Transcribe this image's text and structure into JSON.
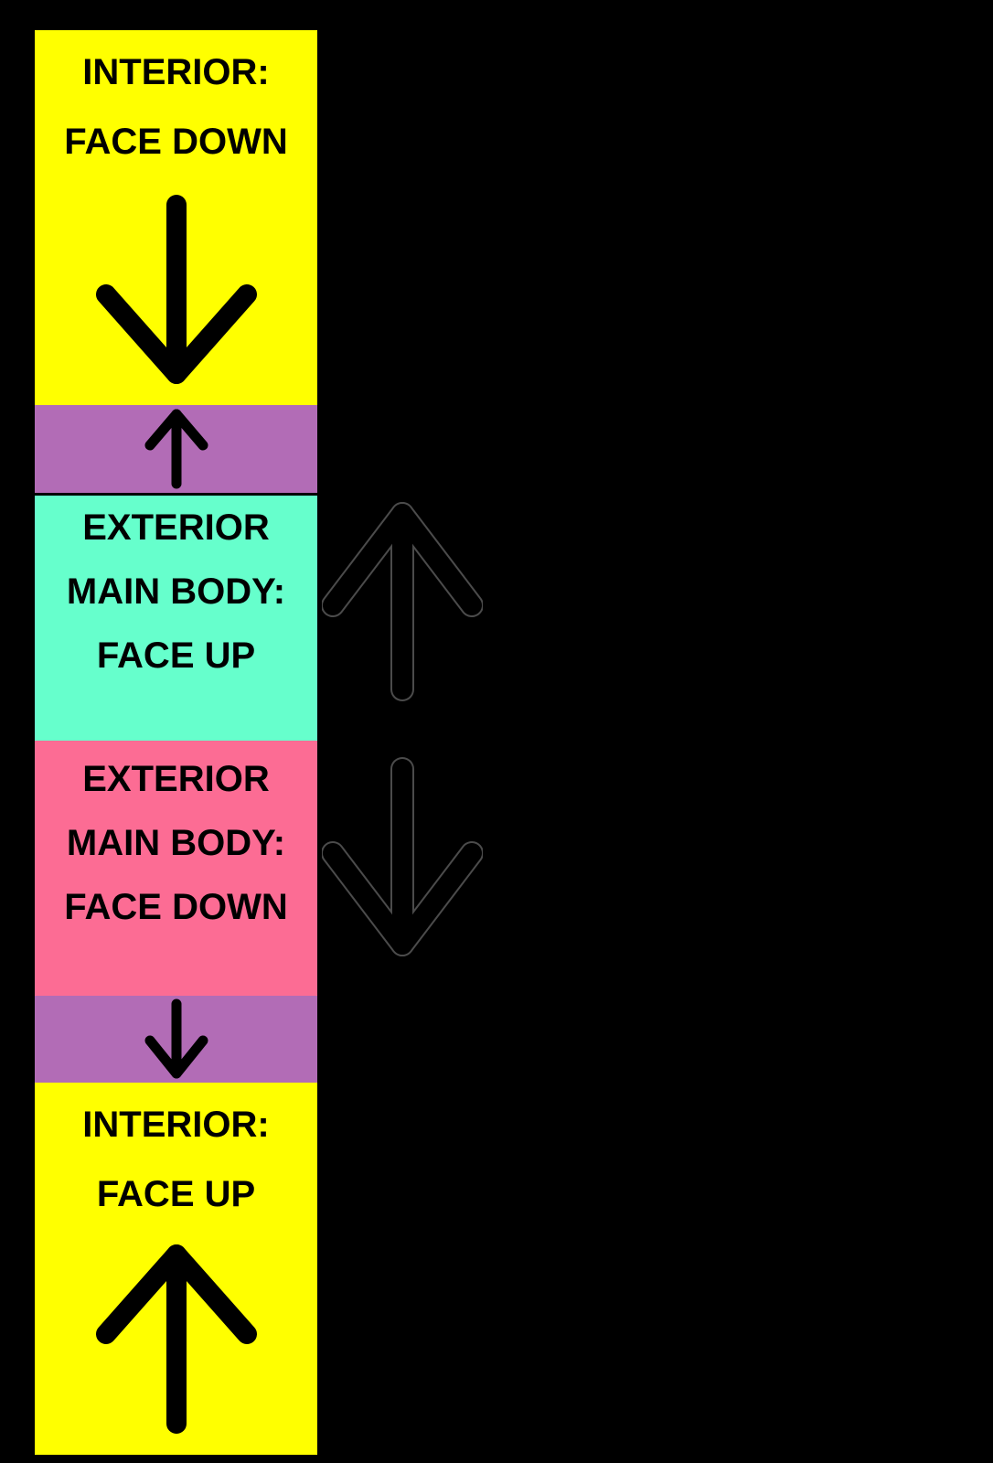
{
  "colors": {
    "background": "#000000",
    "yellow": "#FFFF00",
    "purple": "#B26CB6",
    "teal": "#66FFCC",
    "pink": "#FC6C94",
    "arrow_black": "#000000",
    "faint_outline": "#4B4B4B"
  },
  "strip": {
    "sections": [
      {
        "name": "interior-top",
        "color": "#FFFF00",
        "label_lines": [
          "INTERIOR:",
          "FACE DOWN"
        ],
        "icon": "down-arrow"
      },
      {
        "name": "flip-band-top",
        "color": "#B26CB6",
        "label_lines": [],
        "icon": "up-arrow"
      },
      {
        "name": "exterior-main-body-face-up",
        "color": "#66FFCC",
        "label_lines": [
          "EXTERIOR",
          "MAIN BODY:",
          "FACE UP"
        ],
        "icon": ""
      },
      {
        "name": "exterior-main-body-face-down",
        "color": "#FC6C94",
        "label_lines": [
          "EXTERIOR",
          "MAIN BODY:",
          "FACE DOWN"
        ],
        "icon": ""
      },
      {
        "name": "flip-band-bottom",
        "color": "#B26CB6",
        "label_lines": [],
        "icon": "down-arrow"
      },
      {
        "name": "interior-bottom",
        "color": "#FFFF00",
        "label_lines": [
          "INTERIOR:",
          "FACE UP"
        ],
        "icon": "up-arrow"
      }
    ]
  },
  "middle_arrows": [
    {
      "name": "outlined-up-arrow",
      "icon": "up-arrow-outline"
    },
    {
      "name": "outlined-down-arrow",
      "icon": "down-arrow-outline"
    }
  ]
}
